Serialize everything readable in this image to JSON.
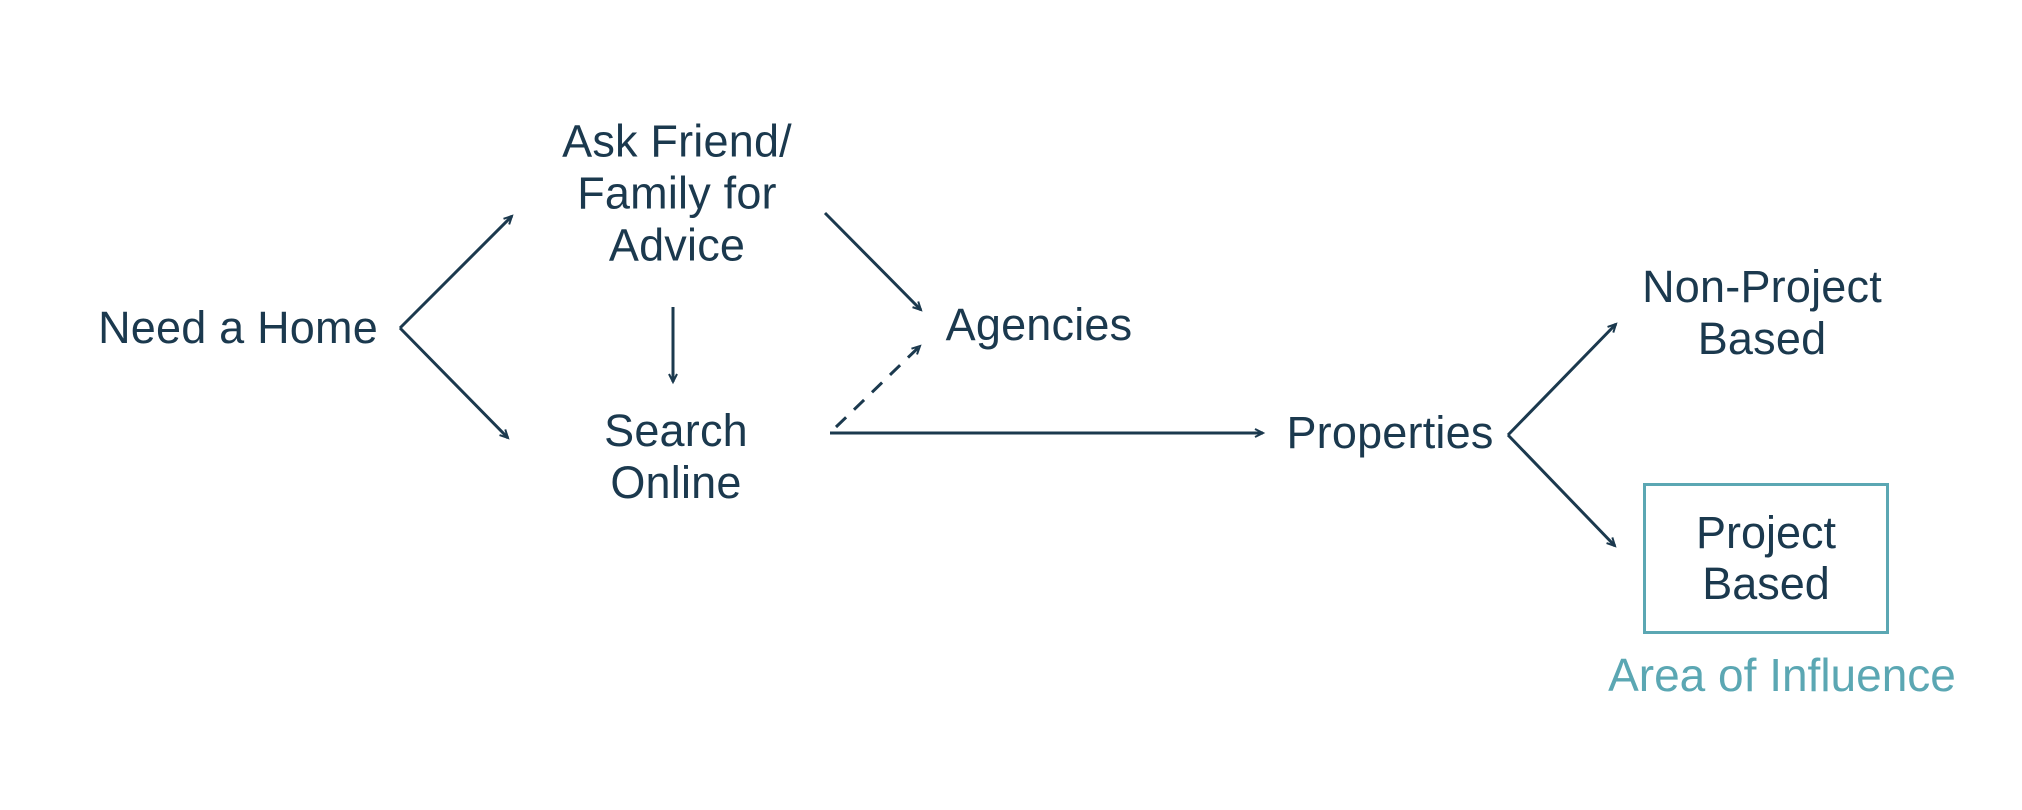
{
  "colors": {
    "primary_navy": "#1b394e",
    "accent_teal": "#5ba7b3",
    "background": "#ffffff"
  },
  "diagram": {
    "nodes": {
      "need_home": {
        "label": "Need a Home"
      },
      "ask_friend": {
        "label": "Ask Friend/\nFamily for\nAdvice"
      },
      "search_online": {
        "label": "Search\nOnline"
      },
      "agencies": {
        "label": "Agencies"
      },
      "properties": {
        "label": "Properties"
      },
      "non_project": {
        "label": "Non-Project\nBased"
      },
      "project_based": {
        "label": "Project\nBased"
      }
    },
    "annotation": {
      "label": "Area of Influence"
    },
    "edges": [
      {
        "from": "need_home",
        "to": "ask_friend",
        "style": "solid-arrow"
      },
      {
        "from": "need_home",
        "to": "search_online",
        "style": "solid-arrow"
      },
      {
        "from": "ask_friend",
        "to": "search_online",
        "style": "solid-arrow"
      },
      {
        "from": "ask_friend",
        "to": "agencies",
        "style": "solid-arrow"
      },
      {
        "from": "search_online",
        "to": "agencies",
        "style": "dashed-arrow"
      },
      {
        "from": "search_online",
        "to": "properties",
        "style": "solid-arrow"
      },
      {
        "from": "properties",
        "to": "non_project",
        "style": "solid-arrow"
      },
      {
        "from": "properties",
        "to": "project_based",
        "style": "solid-arrow"
      }
    ]
  }
}
